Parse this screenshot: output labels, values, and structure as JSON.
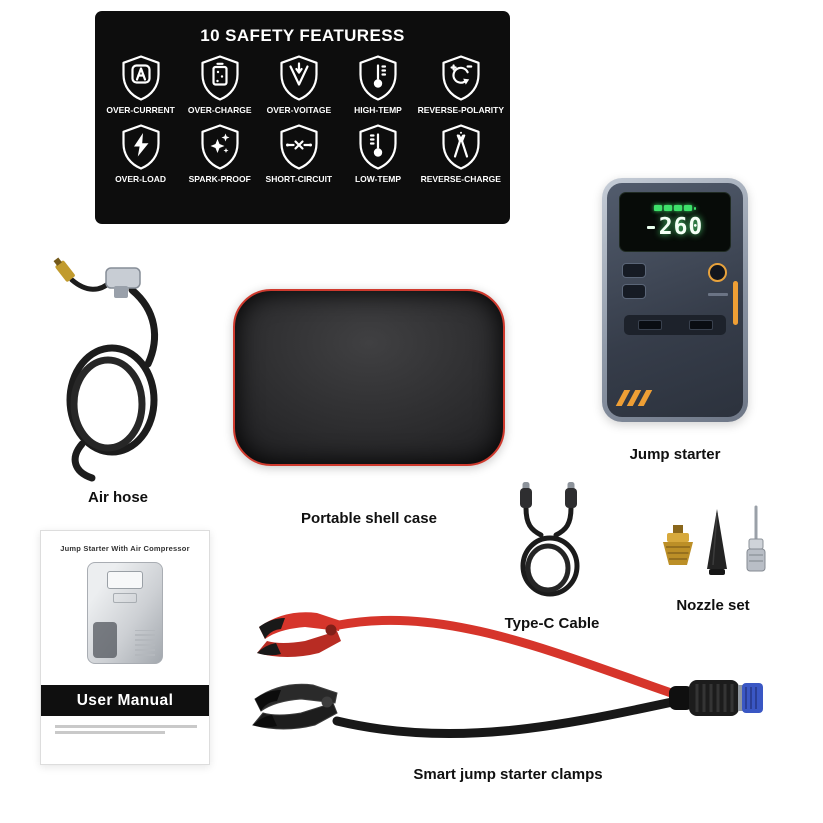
{
  "safety": {
    "title": "10 SAFETY FEATURESS",
    "features": [
      {
        "label": "OVER-CURRENT"
      },
      {
        "label": "OVER-CHARGE"
      },
      {
        "label": "OVER-VOITAGE"
      },
      {
        "label": "HIGH-TEMP"
      },
      {
        "label": "REVERSE-POLARITY"
      },
      {
        "label": "OVER-LOAD"
      },
      {
        "label": "SPARK-PROOF"
      },
      {
        "label": "SHORT-CIRCUIT"
      },
      {
        "label": "LOW-TEMP"
      },
      {
        "label": "REVERSE-CHARGE"
      }
    ]
  },
  "items": {
    "jump_starter": {
      "label": "Jump starter",
      "display_value": "260"
    },
    "air_hose": {
      "label": "Air hose"
    },
    "shell_case": {
      "label": "Portable shell case"
    },
    "user_manual": {
      "label": "User Manual",
      "cover_title": "Jump Starter With Air Compressor"
    },
    "type_c_cable": {
      "label": "Type-C Cable"
    },
    "nozzle_set": {
      "label": "Nozzle set"
    },
    "clamps": {
      "label": "Smart jump starter clamps"
    }
  },
  "colors": {
    "panel_bg": "#0d0d0d",
    "accent_red": "#d6352b",
    "display_green": "#3ee06a",
    "accent_orange": "#ef9f35"
  }
}
